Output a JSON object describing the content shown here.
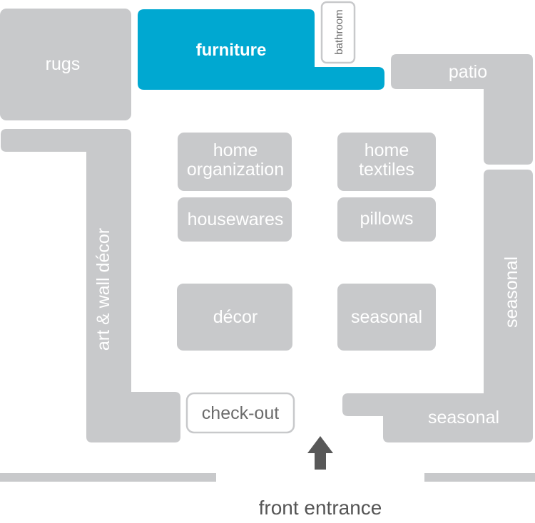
{
  "colors": {
    "section_fill": "#c8c9cb",
    "highlight_fill": "#00a8d1",
    "outline_stroke": "#c8c9cb",
    "arrow_fill": "#585858",
    "wall_fill": "#c8c9cb"
  },
  "sections": {
    "rugs": "rugs",
    "furniture": "furniture",
    "bathroom": "bathroom",
    "patio": "patio",
    "art_wall_decor": "art & wall décor",
    "home_organization_line1": "home",
    "home_organization_line2": "organization",
    "home_textiles_line1": "home",
    "home_textiles_line2": "textiles",
    "housewares": "housewares",
    "pillows": "pillows",
    "decor": "décor",
    "seasonal_center": "seasonal",
    "seasonal_right": "seasonal",
    "seasonal_bottom": "seasonal",
    "checkout": "check-out"
  },
  "highlighted_section": "furniture",
  "entrance": {
    "label": "front entrance",
    "icon": "up-arrow-icon"
  }
}
